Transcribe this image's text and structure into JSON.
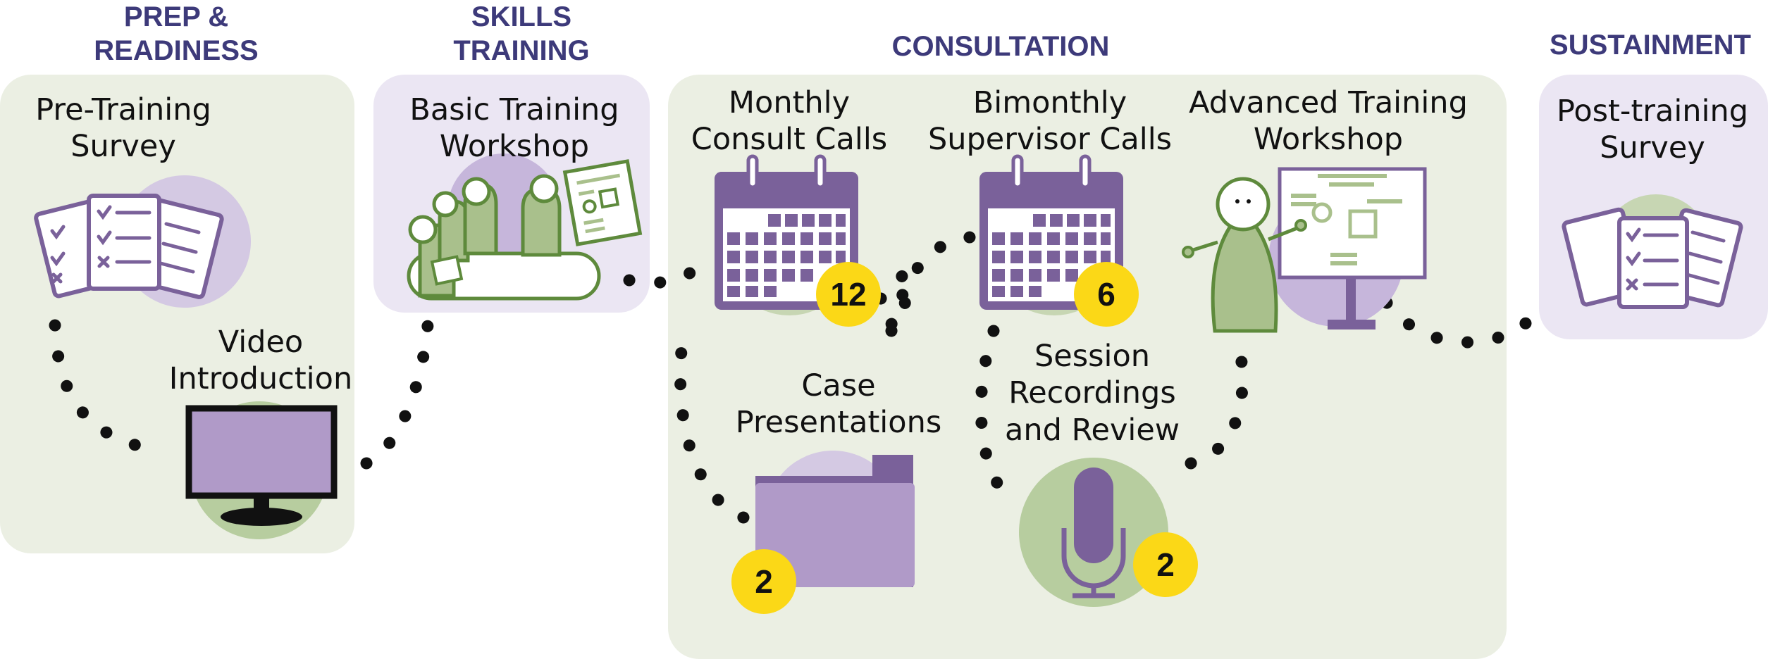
{
  "phases": {
    "prep": [
      "PREP &",
      "READINESS"
    ],
    "skills": [
      "SKILLS",
      "TRAINING"
    ],
    "consultation": "CONSULTATION",
    "sustainment": "SUSTAINMENT"
  },
  "steps": {
    "pre_survey": [
      "Pre-Training",
      "Survey"
    ],
    "video": [
      "Video",
      "Introduction"
    ],
    "basic_workshop": [
      "Basic Training",
      "Workshop"
    ],
    "monthly_calls": [
      "Monthly",
      "Consult Calls"
    ],
    "bimonthly_calls": [
      "Bimonthly",
      "Supervisor Calls"
    ],
    "advanced_workshop": [
      "Advanced Training",
      "Workshop"
    ],
    "case_presentations": [
      "Case",
      "Presentations"
    ],
    "session_recordings": [
      "Session",
      "Recordings",
      "and Review"
    ],
    "post_survey": [
      "Post-training",
      "Survey"
    ]
  },
  "counts": {
    "monthly_calls": "12",
    "bimonthly_calls": "6",
    "case_presentations": "2",
    "session_recordings": "2"
  },
  "colors": {
    "phase_text": "#3d3a7a",
    "panel_green": "#ebefe3",
    "panel_lavender": "#ebe6f3",
    "purple": "#7a619a",
    "light_purple": "#b09ac8",
    "green": "#a9c08c",
    "dark_green": "#5e8a3c",
    "badge_yellow": "#fbd817"
  },
  "icons": [
    "checklist-icon",
    "monitor-icon",
    "people-whiteboard-icon",
    "calendar-icon",
    "folder-icon",
    "microphone-icon",
    "presenter-easel-icon"
  ]
}
